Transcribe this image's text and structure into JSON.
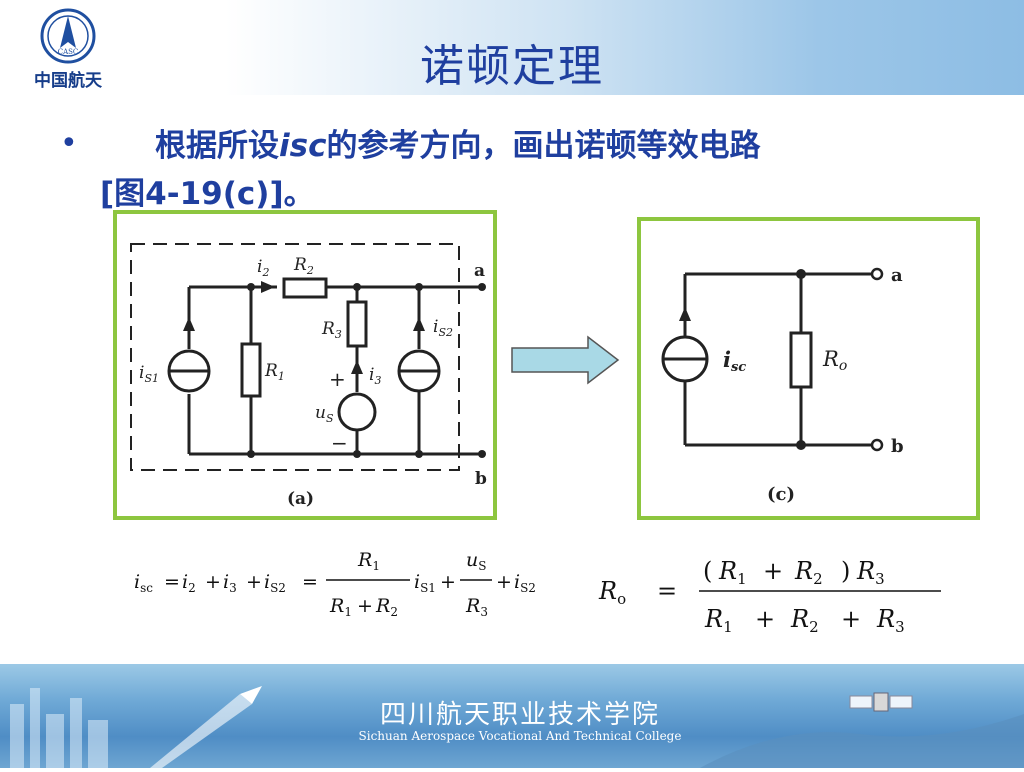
{
  "header": {
    "title": "诺顿定理",
    "logo_text": "中国航天",
    "logo_emblem_text": "CASC"
  },
  "bullet": {
    "text_before": "根据所设",
    "var": "isc",
    "text_after": "的参考方向，画出诺顿等效电路",
    "line2": "[图4-19(c)]。"
  },
  "circuit_a": {
    "caption": "(a)",
    "terminal_a": "a",
    "terminal_b": "b",
    "labels": {
      "i2": "i",
      "i2_sub": "2",
      "R2": "R",
      "R2_sub": "2",
      "R3": "R",
      "R3_sub": "3",
      "iS2": "i",
      "iS2_sub": "S2",
      "iS1": "i",
      "iS1_sub": "S1",
      "R1": "R",
      "R1_sub": "1",
      "i3": "i",
      "i3_sub": "3",
      "uS": "u",
      "uS_sub": "S",
      "plus": "+",
      "minus": "−"
    }
  },
  "circuit_c": {
    "caption": "(c)",
    "terminal_a": "a",
    "terminal_b": "b",
    "isc": "i",
    "isc_sub": "sc",
    "Ro": "R",
    "Ro_sub": "o"
  },
  "formula_isc": {
    "lhs": "i",
    "lhs_sub": "sc",
    "eq": "=",
    "t1": "i",
    "t1_sub": "2",
    "plus": "+",
    "t2": "i",
    "t2_sub": "3",
    "t3": "i",
    "t3_sub": "S2",
    "frac1_num": "R",
    "frac1_num_sub": "1",
    "frac1_den_a": "R",
    "frac1_den_a_sub": "1",
    "frac1_den_b": "R",
    "frac1_den_b_sub": "2",
    "t4": "i",
    "t4_sub": "S1",
    "frac2_num": "u",
    "frac2_num_sub": "S",
    "frac2_den": "R",
    "frac2_den_sub": "3",
    "t5": "i",
    "t5_sub": "S2"
  },
  "formula_ro": {
    "lhs": "R",
    "lhs_sub": "o",
    "eq": "=",
    "num_open": "(",
    "num_a": "R",
    "num_a_sub": "1",
    "plus": "+",
    "num_b": "R",
    "num_b_sub": "2",
    "num_close": ")",
    "num_c": "R",
    "num_c_sub": "3",
    "den_a": "R",
    "den_a_sub": "1",
    "den_b": "R",
    "den_b_sub": "2",
    "den_c": "R",
    "den_c_sub": "3"
  },
  "footer": {
    "cn": "四川航天职业技术学院",
    "en": "Sichuan Aerospace Vocational And Technical College"
  },
  "colors": {
    "title": "#1f3f9f",
    "box_border": "#8dc63f",
    "arrow_fill": "#a9d9e6"
  }
}
